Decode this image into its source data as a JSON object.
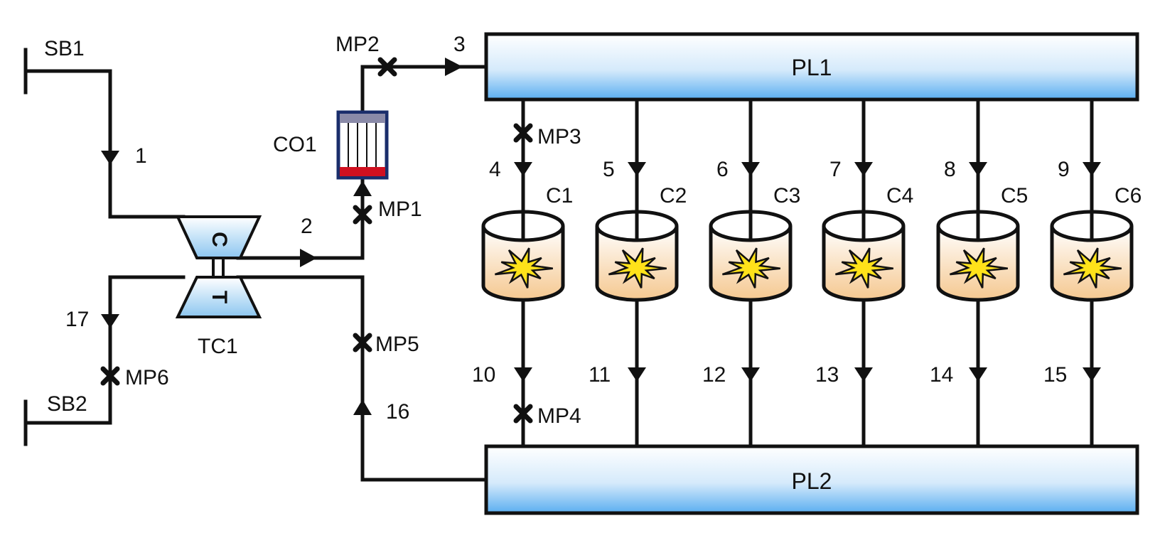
{
  "headers": {
    "pl1": "PL1",
    "pl2": "PL2"
  },
  "equipment": {
    "sb1": "SB1",
    "sb2": "SB2",
    "tc1": "TC1",
    "compressor": "C",
    "turbine": "T",
    "cooler": "CO1"
  },
  "streams": {
    "s1": "1",
    "s2": "2",
    "s3": "3",
    "s16": "16",
    "s17": "17",
    "inlets": [
      "4",
      "5",
      "6",
      "7",
      "8",
      "9"
    ],
    "outlets": [
      "10",
      "11",
      "12",
      "13",
      "14",
      "15"
    ]
  },
  "measurement_points": {
    "mp1": "MP1",
    "mp2": "MP2",
    "mp3": "MP3",
    "mp4": "MP4",
    "mp5": "MP5",
    "mp6": "MP6"
  },
  "chambers": [
    "C1",
    "C2",
    "C3",
    "C4",
    "C5",
    "C6"
  ],
  "colors": {
    "line": "#111111",
    "header_top": "#ffffff",
    "header_bottom": "#5aaef0",
    "machine_top": "#ffffff",
    "machine_bottom": "#8cc6f0",
    "chamber_top": "#ffffff",
    "chamber_bottom": "#f5c890",
    "burst_fill": "#ffe21a",
    "cooler_frame": "#1a2d6b",
    "cooler_top": "#8a8aa8",
    "cooler_bottom": "#d01020"
  }
}
